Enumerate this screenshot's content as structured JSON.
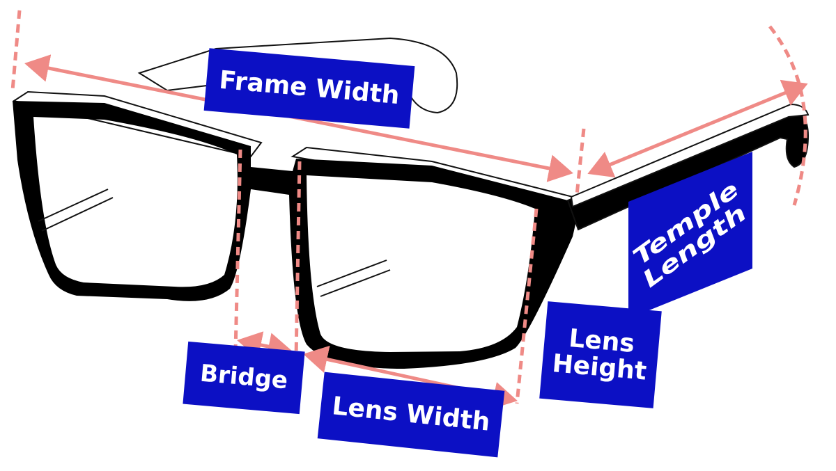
{
  "colors": {
    "frame": "#000000",
    "outline": "#111111",
    "lens_fill": "#ffffff",
    "arrow": "#ef8a86",
    "label_box": "#0c10c4",
    "label_text": "#ffffff"
  },
  "labels": {
    "frame_width": "Frame Width",
    "temple_length_line1": "Temple",
    "temple_length_line2": "Length",
    "lens_height_line1": "Lens",
    "lens_height_line2": "Height",
    "bridge": "Bridge",
    "lens_width": "Lens Width"
  }
}
